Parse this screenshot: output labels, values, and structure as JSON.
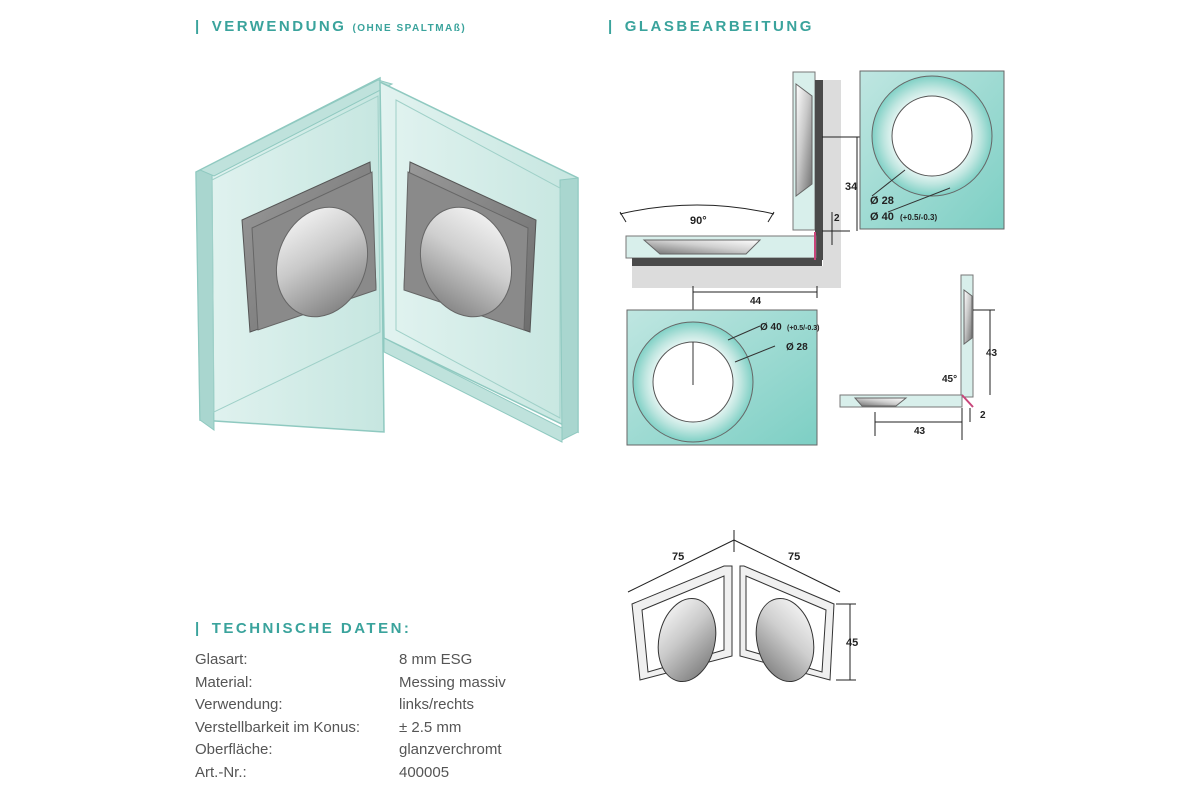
{
  "headings": {
    "bar": "|",
    "usage": "VERWENDUNG",
    "usage_sub": "(OHNE SPALTMAß)",
    "glass": "GLASBEARBEITUNG",
    "tech": "TECHNISCHE DATEN:"
  },
  "tech_data": [
    {
      "label": "Glasart:",
      "value": "8 mm ESG"
    },
    {
      "label": "Material:",
      "value": "Messing massiv"
    },
    {
      "label": "Verwendung:",
      "value": "links/rechts"
    },
    {
      "label": "Verstellbarkeit im Konus:",
      "value": "± 2.5 mm"
    },
    {
      "label": "Oberfläche:",
      "value": "glanzverchromt"
    },
    {
      "label": "Art.-Nr.:",
      "value": "400005"
    }
  ],
  "dimensions": {
    "angle_90": "90°",
    "d34": "34",
    "d2": "2",
    "d44": "44",
    "dia28": "Ø 28",
    "dia40": "Ø 40",
    "tol40": "(+0.5/-0.3)",
    "d43_v": "43",
    "angle_45": "45°",
    "d2_b": "2",
    "d43_h": "43",
    "d75_l": "75",
    "d75_r": "75",
    "d45": "45"
  },
  "colors": {
    "accent": "#3aa39c",
    "glass": "#cfe9e4",
    "glass_edge": "#a9d6cf",
    "chrome": "#d9d9d9"
  }
}
